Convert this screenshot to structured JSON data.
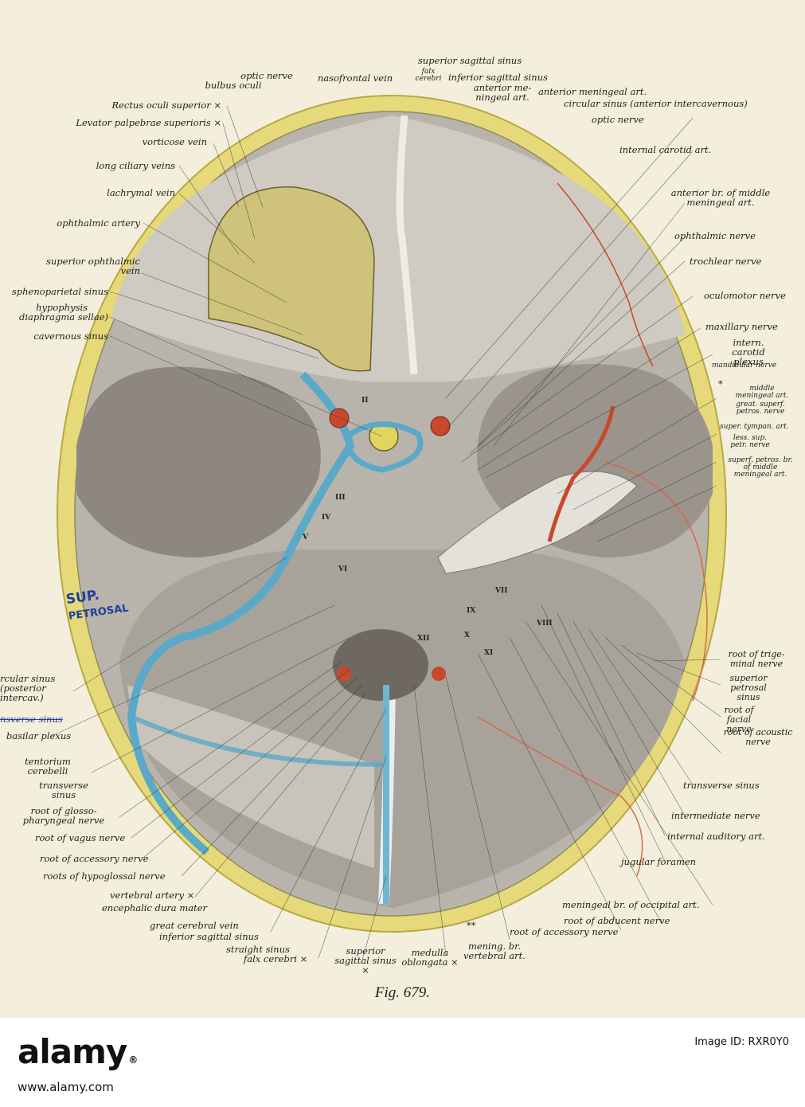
{
  "labels": {
    "optic_nerve_top": "optic nerve",
    "bulbus_oculi": "bulbus oculi",
    "nasofrontal_vein": "nasofrontal vein",
    "superior_sagittal_sinus_top": "superior sagittal sinus",
    "falx_cerebri_top": "falx cerebri",
    "inferior_sagittal_sinus_top": "inferior sagittal sinus",
    "anterior_meningeal_art_a": "anterior me- ningeal art.",
    "anterior_meningeal_art_b": "anterior meningeal art.",
    "circular_sinus_anterior": "circular sinus (anterior intercavernous)",
    "optic_nerve_right": "optic nerve",
    "internal_carotid_art": "internal carotid art.",
    "anterior_br_middle_meningeal": "anterior br. of middle meningeal art.",
    "ophthalmic_nerve": "ophthalmic nerve",
    "trochlear_nerve": "trochlear nerve",
    "oculomotor_nerve": "oculomotor nerve",
    "maxillary_nerve": "maxillary nerve",
    "intern_carotid_plexus": "intern. carotid plexus",
    "mandibular_nerve": "mandibular nerve",
    "asterisk_right": "*",
    "middle_meningeal_art": "middle meningeal art.",
    "great_superf_petros_nerve": "great. superf. petros. nerve",
    "super_tympan_art": "super. tympan. art.",
    "less_sup_petr_nerve": "less. sup. petr. nerve",
    "superf_petros_br": "superf. petros. br. of middle meningeal art.",
    "rectus_oculi_superior": "Rectus oculi superior ×",
    "levator_palpebrae": "Levator palpebrae superioris ×",
    "vorticose_vein": "vorticose vein",
    "long_ciliary_veins": "long ciliary veins",
    "lachrymal_vein": "lachrymal vein",
    "ophthalmic_artery": "ophthalmic artery",
    "superior_ophthalmic_vein": "superior ophthalmic vein",
    "sphenoparietal_sinus": "sphenoparietal sinus",
    "hypophysis": "hypophysis",
    "diaphragma_sellae": "diaphragma sellae)",
    "cavernous_sinus": "cavernous sinus",
    "circular_sinus_posterior": "rcular sinus (posterior intercav.)",
    "transverse_sinus_struck": "nsverse sinus",
    "basilar_plexus": "basilar plexus",
    "tentorium_cerebelli": "tentorium cerebelli",
    "transverse_sinus_left": "transverse sinus",
    "root_glossopharyngeal": "root of glosso- pharyngeal nerve",
    "root_vagus": "root of vagus nerve",
    "root_accessory_left": "root of accessory nerve",
    "roots_hypoglossal": "roots of hypoglossal nerve",
    "vertebral_artery": "vertebral artery ×",
    "encephalic_dura_mater": "encephalic dura mater",
    "great_cerebral_vein": "great cerebral vein",
    "inferior_sagittal_sinus_bottom": "inferior sagittal sinus",
    "straight_sinus": "straight sinus",
    "falx_cerebri_bottom": "falx cerebri ×",
    "superior_sagittal_sinus_bottom": "superior sagittal sinus ×",
    "medulla_oblongata": "medulla oblongata ×",
    "mening_br_vertebral_art": "mening. br. vertebral art.",
    "double_asterisk": "**",
    "root_accessory_right": "root of accessory nerve",
    "root_abducent": "root of abducent nerve",
    "meningeal_br_occipital": "meningeal br. of occipital art.",
    "jugular_foramen": "jugular foramen",
    "internal_auditory_art": "internal auditory art.",
    "intermediate_nerve": "intermediate nerve",
    "transverse_sinus_right": "transverse sinus",
    "root_acoustic": "root of acoustic nerve",
    "root_facial": "root of facial nerve",
    "superior_petrosal_sinus": "superior petrosal sinus",
    "root_trigeminal": "root of trige- minal nerve"
  },
  "roman_numerals": [
    "II",
    "III",
    "IV",
    "V",
    "VI",
    "VII",
    "VIII",
    "IX",
    "X",
    "XI",
    "XII"
  ],
  "handwriting": {
    "line1": "SUP.",
    "line2": "PETROSAL"
  },
  "caption": "Fig. 679.",
  "watermark": {
    "logo": "alamy",
    "logo_sub": "®",
    "image_id_label": "Image ID: RXR0Y0",
    "url": "www.alamy.com"
  },
  "colors": {
    "dura_yellow": "#e6d97a",
    "bone_outline": "#d9cc4e",
    "vein_blue": "#5aa9c9",
    "artery_red": "#c9482c",
    "fossa_gray": "#8d8780"
  }
}
